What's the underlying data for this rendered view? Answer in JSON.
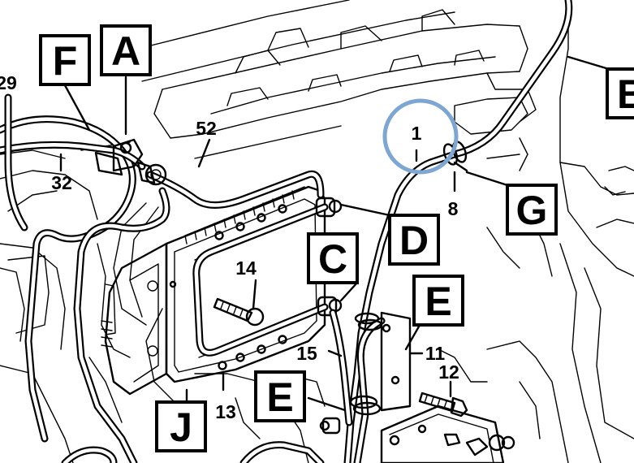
{
  "callouts": {
    "a": "A",
    "b": "B",
    "d": "D",
    "e1": "E",
    "e2": "E",
    "f": "F",
    "g": "G",
    "j": "J",
    "c": "C"
  },
  "numbers": {
    "n1": "1",
    "n8": "8",
    "n11": "11",
    "n12": "12",
    "n13": "13",
    "n14": "14",
    "n15": "15",
    "n29": "29",
    "n32": "32",
    "n52": "52"
  },
  "highlight_color": "#7ea6d2"
}
